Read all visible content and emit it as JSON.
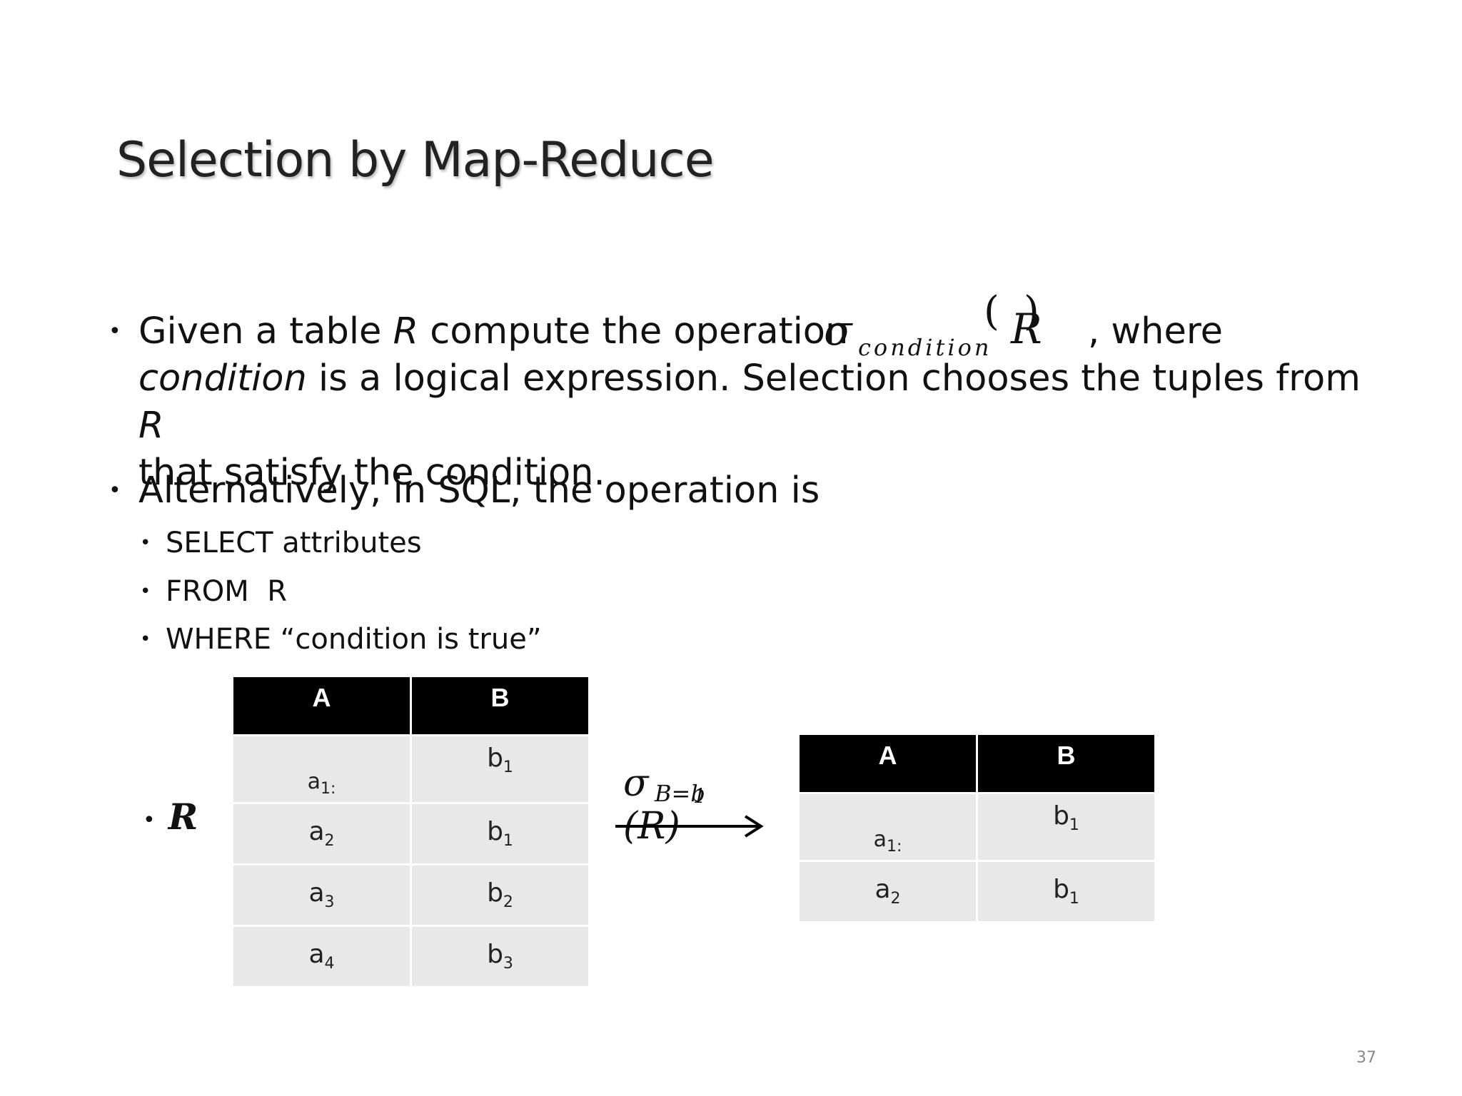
{
  "slide": {
    "title": "Selection by Map-Reduce",
    "page_number": "37"
  },
  "bullets": {
    "b1": {
      "p1": "Given a table ",
      "R": "R",
      "p2": " compute the operation ",
      "after_formula": " , where",
      "condition_word": "condition",
      "p3": " is a logical expression. Selection chooses the tuples from ",
      "R2": "R",
      "line3": "that satisfy the condition."
    },
    "b2": "Alternatively, in SQL, the operation is",
    "sql": [
      "SELECT attributes",
      "FROM  R",
      "WHERE “condition is true”"
    ]
  },
  "formula": {
    "sigma": "σ",
    "subscript": "condition",
    "open_paren": "(",
    "close_paren": ")",
    "R": "R"
  },
  "figure": {
    "r_label": "R",
    "operator_sigma": "σ",
    "operator_subscript": "B=b",
    "operator_subscript_index": "1",
    "operator_arg": "(R)",
    "input_table": {
      "headers": [
        "A",
        "B"
      ],
      "rows": [
        {
          "a": "a",
          "a_sub": "1:",
          "b": "b",
          "b_sub": "1"
        },
        {
          "a": "a",
          "a_sub": "2",
          "b": "b",
          "b_sub": "1"
        },
        {
          "a": "a",
          "a_sub": "3",
          "b": "b",
          "b_sub": "2"
        },
        {
          "a": "a",
          "a_sub": "4",
          "b": "b",
          "b_sub": "3"
        }
      ]
    },
    "output_table": {
      "headers": [
        "A",
        "B"
      ],
      "rows": [
        {
          "a": "a",
          "a_sub": "1:",
          "b": "b",
          "b_sub": "1"
        },
        {
          "a": "a",
          "a_sub": "2",
          "b": "b",
          "b_sub": "1"
        }
      ]
    }
  }
}
